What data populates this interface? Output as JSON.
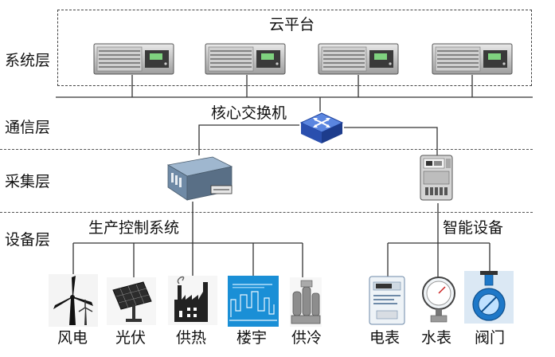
{
  "layers": {
    "system": "系统层",
    "comm": "通信层",
    "collect": "采集层",
    "device": "设备层"
  },
  "cloud_label": "云平台",
  "switch_label": "核心交换机",
  "groups": {
    "production": "生产控制系统",
    "smart": "智能设备"
  },
  "devices": {
    "wind": "风电",
    "solar": "光伏",
    "heat": "供热",
    "building": "楼宇",
    "cooling": "供冷",
    "meter": "电表",
    "water": "水表",
    "valve": "阀门"
  },
  "colors": {
    "line": "#333333",
    "switch": "#2f5bc8",
    "server": "#b9b9b9",
    "building_bg": "#1a8fd6",
    "valve": "#1e78c8"
  }
}
